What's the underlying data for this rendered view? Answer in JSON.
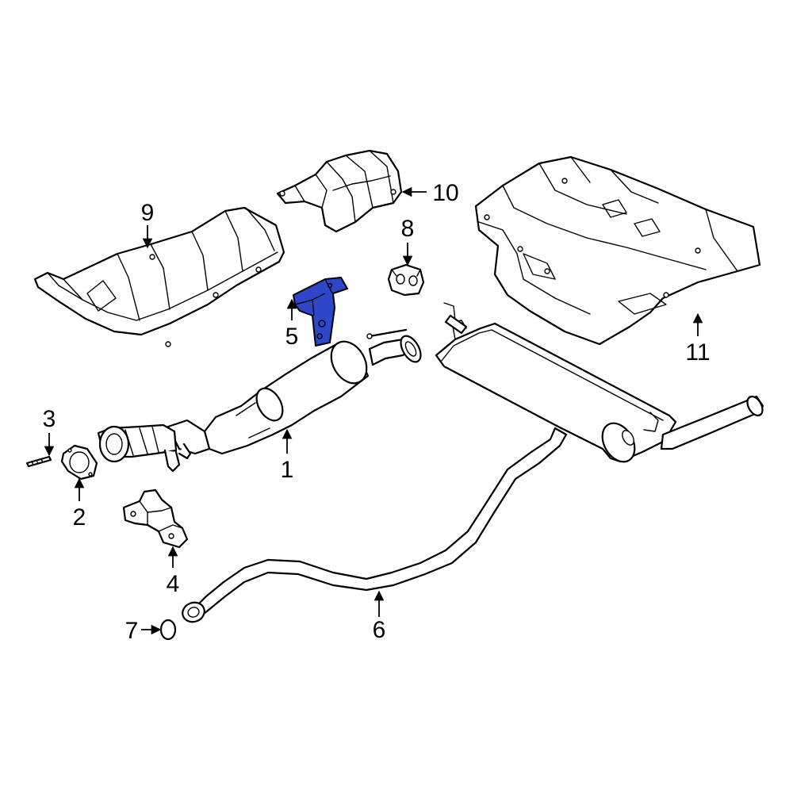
{
  "diagram": {
    "highlight_color": "#2d47c8",
    "line_color": "#000000",
    "background": "#ffffff",
    "callouts": [
      {
        "id": "1",
        "label": "1"
      },
      {
        "id": "2",
        "label": "2"
      },
      {
        "id": "3",
        "label": "3"
      },
      {
        "id": "4",
        "label": "4"
      },
      {
        "id": "5",
        "label": "5",
        "highlighted": true
      },
      {
        "id": "6",
        "label": "6"
      },
      {
        "id": "7",
        "label": "7"
      },
      {
        "id": "8",
        "label": "8"
      },
      {
        "id": "9",
        "label": "9"
      },
      {
        "id": "10",
        "label": "10"
      },
      {
        "id": "11",
        "label": "11"
      }
    ]
  }
}
